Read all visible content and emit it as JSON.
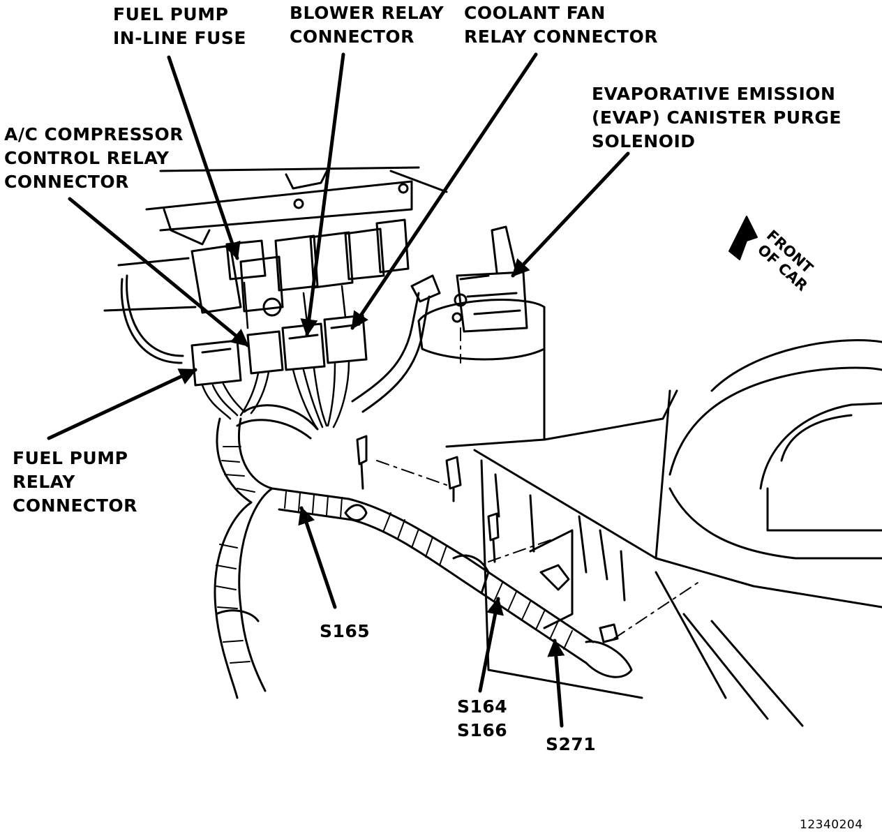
{
  "labels": {
    "fuel_pump_fuse": [
      "FUEL PUMP",
      "IN-LINE FUSE"
    ],
    "blower_relay": [
      "BLOWER RELAY",
      "CONNECTOR"
    ],
    "coolant_fan_relay": [
      "COOLANT FAN",
      "RELAY CONNECTOR"
    ],
    "evap_solenoid": [
      "EVAPORATIVE EMISSION",
      "(EVAP) CANISTER PURGE",
      "SOLENOID"
    ],
    "ac_compressor_relay": [
      "A/C COMPRESSOR",
      "CONTROL RELAY",
      "CONNECTOR"
    ],
    "fuel_pump_relay": [
      "FUEL PUMP",
      "RELAY",
      "CONNECTOR"
    ],
    "s165": "S165",
    "s164_s166": [
      "S164",
      "S166"
    ],
    "s271": "S271"
  },
  "front_of_car": [
    "FRONT",
    "OF CAR"
  ],
  "figure_number": "12340204",
  "colors": {
    "ink": "#000000",
    "paper": "#ffffff"
  }
}
